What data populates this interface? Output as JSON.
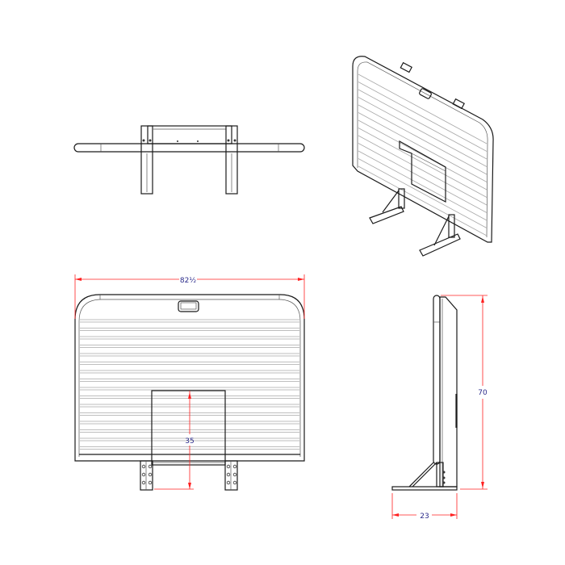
{
  "drawing": {
    "views": [
      "top",
      "isometric",
      "front",
      "side"
    ],
    "dimensions": {
      "width": "82½",
      "cutout_height": "35",
      "height": "70",
      "depth": "23"
    },
    "colors": {
      "line": "#1a1a1a",
      "dimension_line": "#ff2020",
      "dimension_text": "#2a2a8a"
    }
  }
}
